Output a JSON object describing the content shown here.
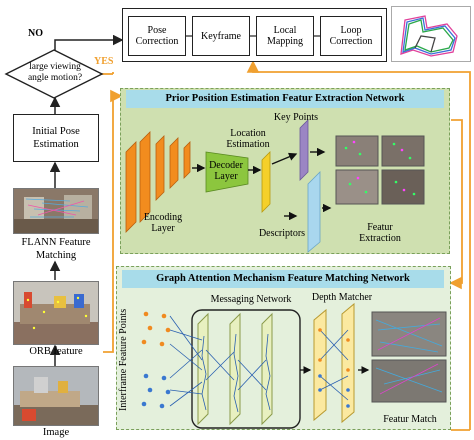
{
  "top_steps": [
    "Pose\nCorrection",
    "Keyframe",
    "Local\nMapping",
    "Loop\nCorrection"
  ],
  "decision": {
    "question": "large viewing\nangle motion?",
    "no_label": "NO",
    "yes_label": "YES"
  },
  "left_column": {
    "initial_pose": "Initial Pose\nEstimation",
    "flann": "FLANN Feature\nMatching",
    "orb": "ORB feature",
    "image": "Image"
  },
  "extraction_panel": {
    "title": "Prior Position Estimation Featur Extraction Network",
    "encoding": "Encoding\nLayer",
    "decoder": "Decoder\nLayer",
    "location": "Location\nEstimation",
    "key_points": "Key Points",
    "descriptors": "Descriptors",
    "output": "Featur\nExtraction"
  },
  "matching_panel": {
    "title": "Graph Attention Mechanism Feature Matching Network",
    "interframe": "Interframe Feature Points",
    "messaging": "Messaging Network",
    "depth": "Depth Matcher",
    "output": "Featur Match"
  },
  "colors": {
    "orange_arrow": "#f0a030",
    "panel1_bg": "#cfe0b0",
    "panel1_title": "#a8dcea",
    "panel2_bg": "#e4f0dc",
    "panel2_title": "#a8dcea",
    "encoding": "#f28c1e",
    "decoder": "#8cc63e",
    "location": "#f5d02a",
    "keypoints": "#9b85c4",
    "descriptors": "#a9d7ee",
    "messaging_bg": "#e8f0c0",
    "depth_bg": "#fbe9a0"
  }
}
